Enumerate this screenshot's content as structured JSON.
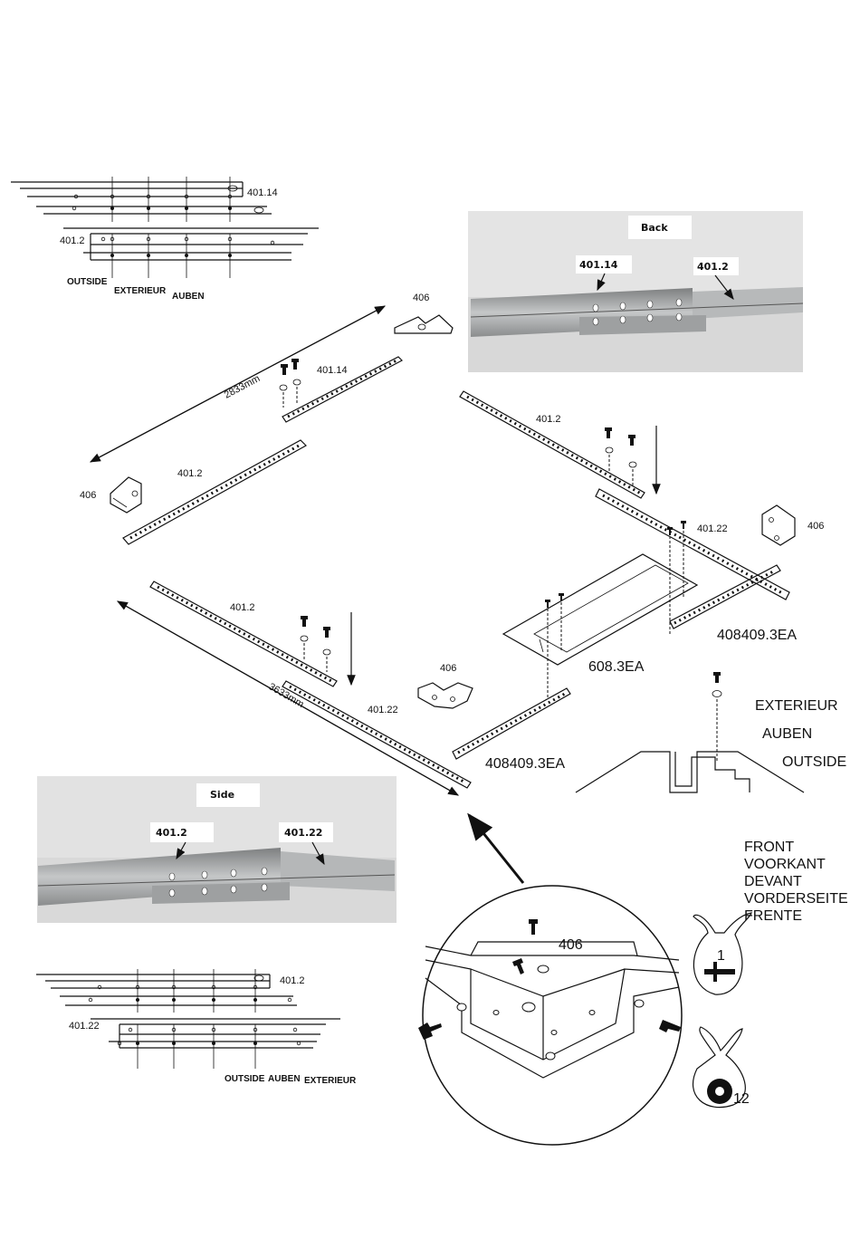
{
  "parts": {
    "rail_a": "401.14",
    "rail_b": "401.2",
    "rail_c": "401.22",
    "corner": "406",
    "floor_rail": "408409.3EA",
    "cover": "608.3EA"
  },
  "dimensions": {
    "top_length": "2833mm",
    "bottom_length": "3633mm"
  },
  "top_detail": {
    "label_a": "401.14",
    "label_b": "401.2",
    "words": [
      "OUTSIDE",
      "EXTERIEUR",
      "AUBEN"
    ]
  },
  "bottom_detail": {
    "label_a": "401.2",
    "label_b": "401.22",
    "words": [
      "OUTSIDE",
      "AUBEN",
      "EXTERIEUR"
    ]
  },
  "photo_back": {
    "tag": "Back",
    "label_a": "401.14",
    "label_b": "401.2"
  },
  "photo_side": {
    "tag": "Side",
    "label_a": "401.2",
    "label_b": "401.22"
  },
  "section_words": [
    "EXTERIEUR",
    "AUBEN",
    "OUTSIDE"
  ],
  "front_words": [
    "FRONT",
    "VOORKANT",
    "DEVANT",
    "VORDERSEITE",
    "FRENTE"
  ],
  "circle_detail": {
    "label": "406"
  },
  "bags": {
    "screw_count": "1",
    "washer_count": "12"
  }
}
